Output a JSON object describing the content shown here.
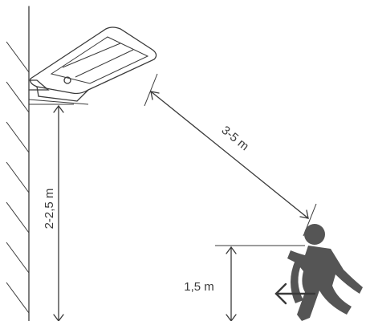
{
  "labels": {
    "mount_height": "2-2,5 m",
    "detection_distance": "3-5 m",
    "person_height": "1,5 m"
  },
  "icons": {
    "lamp": "solar-wall-lamp-icon",
    "person": "running-person-icon",
    "direction": "arrow-left-icon"
  }
}
